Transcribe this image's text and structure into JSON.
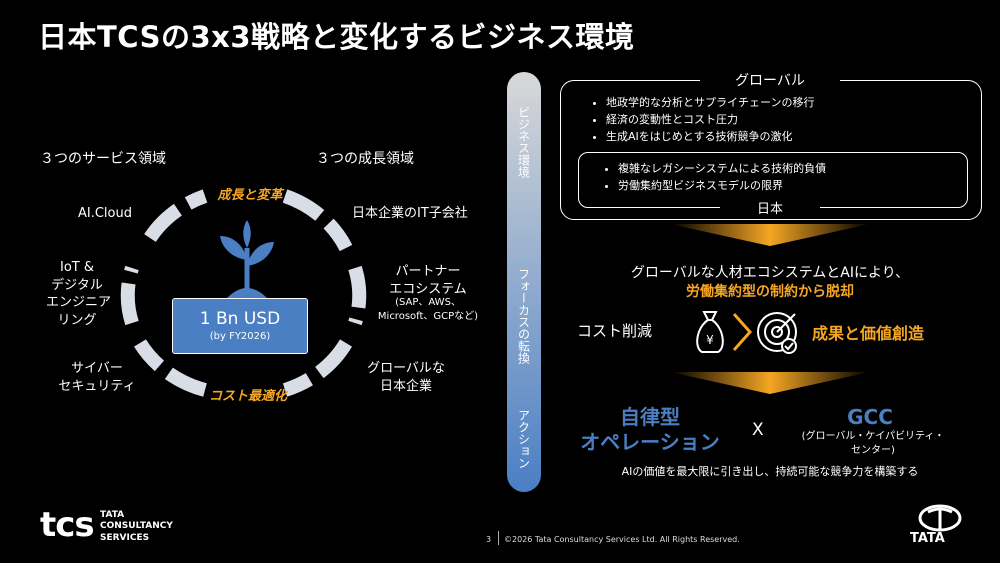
{
  "title": "日本TCSの3x3戦略と変化するビジネス環境",
  "left": {
    "service_heading": "３つのサービス領域",
    "growth_heading": "３つの成長領域",
    "top_arc": "成長と変革",
    "bottom_arc": "コスト最適化",
    "center_main": "1 Bn USD",
    "center_sub": "(by FY2026)",
    "services": [
      "AI.Cloud",
      "IoT &\nデジタル\nエンジニア\nリング",
      "サイバー\nセキュリティ"
    ],
    "growth": [
      "日本企業のIT子会社",
      "パートナー\nエコシステム",
      "(SAP、AWS、\nMicrosoft、GCPなど)",
      "グローバルな\n日本企業"
    ]
  },
  "vertical_bar": [
    "ビジネス環境",
    "フォーカスの転換",
    "アクション"
  ],
  "global_box": {
    "title": "グローバル",
    "items": [
      "地政学的な分析とサプライチェーンの移行",
      "経済の変動性とコスト圧力",
      "生成AIをはじめとする技術競争の激化"
    ]
  },
  "japan_box": {
    "title": "日本",
    "items": [
      "複雑なレガシーシステムによる技術的負債",
      "労働集約型ビジネスモデルの限界"
    ]
  },
  "focus": {
    "line1": "グローバルな人材エコシステムとAIにより、",
    "line2": "労働集約型の制約から脱却",
    "cost_label": "コスト削減",
    "value_label": "成果と価値創造"
  },
  "action": {
    "left": "自律型\nオペレーション",
    "x": "X",
    "right": "GCC",
    "right_sub": "(グローバル・ケイパビリティ・\nセンター)",
    "footer_text": "AIの価値を最大限に引き出し、持続可能な競争力を構築する"
  },
  "footer": {
    "page": "3",
    "copyright": "©2026 Tata Consultancy Services Ltd. All Rights Reserved.",
    "tcs_logo": "tcs",
    "tcs_name": "TATA\nCONSULTANCY\nSERVICES",
    "tata": "TATA"
  },
  "colors": {
    "accent_orange": "#f5a623",
    "accent_blue": "#4a7fc4",
    "box_blue": "#4a7fc4",
    "arc_gray": "#d9dde6"
  }
}
